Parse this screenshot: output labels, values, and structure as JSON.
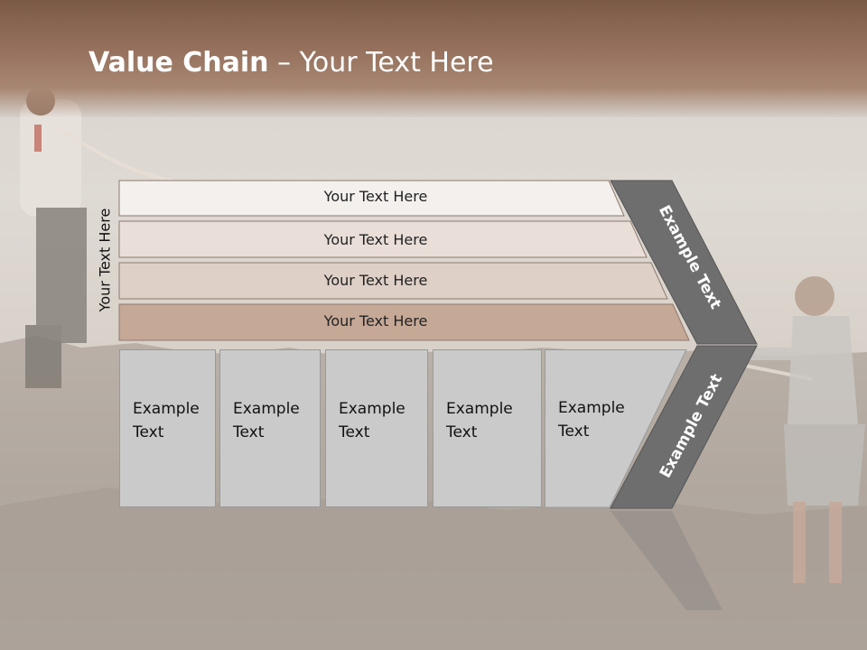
{
  "title": {
    "bold": "Value Chain",
    "separator": " – ",
    "rest": "Your Text Here"
  },
  "vertical_label": "Your Text Here",
  "bands": [
    {
      "label": "Your Text Here",
      "color": "#f3f0ee"
    },
    {
      "label": "Your Text Here",
      "color": "#eadfd8"
    },
    {
      "label": "Your Text Here",
      "color": "#dfd0c7"
    },
    {
      "label": "Your Text Here",
      "color": "#c6a897"
    }
  ],
  "boxes": [
    {
      "line1": "Example",
      "line2": "Text"
    },
    {
      "line1": "Example",
      "line2": "Text"
    },
    {
      "line1": "Example",
      "line2": "Text"
    },
    {
      "line1": "Example",
      "line2": "Text"
    },
    {
      "line1": "Example",
      "line2": "Text"
    }
  ],
  "chevron": {
    "upper_label": "Example Text",
    "lower_label": "Example Text",
    "color": "#6e6e6e"
  },
  "colors": {
    "header": "#8a6852",
    "box_fill": "#cbcaca"
  }
}
